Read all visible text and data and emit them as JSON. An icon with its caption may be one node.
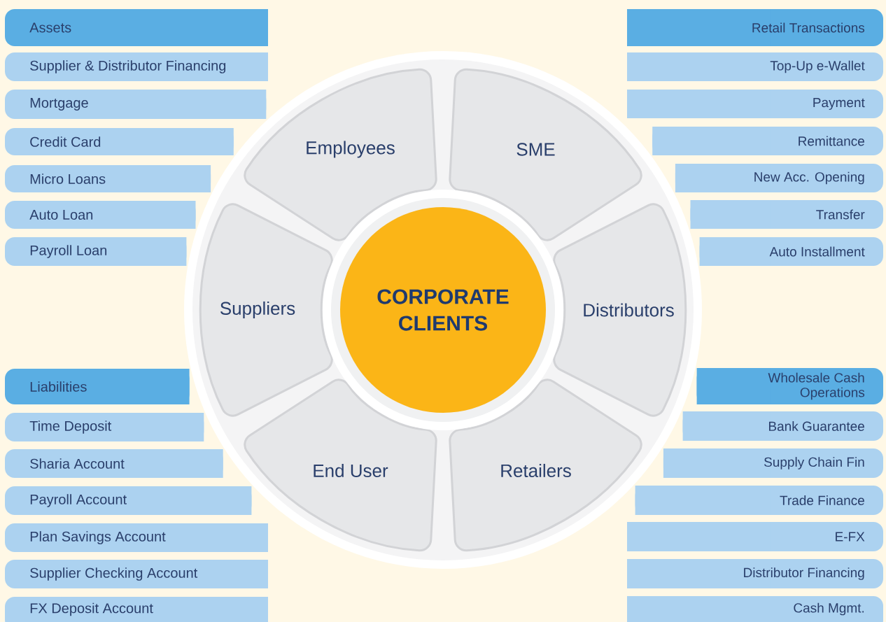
{
  "diagram": {
    "nodes": [
      {
        "text": [
          "Assets"
        ]
      },
      {
        "text": [
          "Supplier & Distributor Financing"
        ]
      },
      {
        "text": [
          "Mortgage"
        ]
      },
      {
        "text": [
          "Credit Card"
        ]
      },
      {
        "text": [
          "Micro Loans"
        ]
      },
      {
        "text": [
          "Auto Loan"
        ]
      },
      {
        "text": [
          "Payroll Loan"
        ]
      },
      {
        "text": [
          "Retail Transactions"
        ]
      },
      {
        "text": [
          "Top-Up e-Wallet"
        ]
      },
      {
        "text": [
          "Payment"
        ]
      },
      {
        "text": [
          "Remittance"
        ]
      },
      {
        "text": [
          "New Acc. Opening"
        ]
      },
      {
        "text": [
          "Transfer"
        ]
      },
      {
        "text": [
          "Auto Installment"
        ]
      },
      {
        "text": [
          "Employees"
        ]
      },
      {
        "text": [
          "SME"
        ]
      },
      {
        "text": [
          "Distributors"
        ]
      },
      {
        "text": [
          "Retailers"
        ]
      },
      {
        "text": [
          "End User"
        ]
      },
      {
        "text": [
          "Suppliers"
        ]
      },
      {
        "text": [
          "CORPORATE CLIENTS"
        ]
      },
      {
        "text": [
          "Liabilities"
        ]
      },
      {
        "text": [
          "Time Deposit"
        ]
      },
      {
        "text": [
          "Sharia Account"
        ]
      },
      {
        "text": [
          "Payroll Account"
        ]
      },
      {
        "text": [
          "Plan Savings Account"
        ]
      },
      {
        "text": [
          "Supplier Checking Account"
        ]
      },
      {
        "text": [
          "FX Deposit Account"
        ]
      },
      {
        "text": [
          "Wholesale Cash Operations"
        ]
      },
      {
        "text": [
          "Bank Guarantee"
        ]
      },
      {
        "text": [
          "Supply Chain Fin"
        ]
      },
      {
        "text": [
          "Trade Finance"
        ]
      },
      {
        "text": [
          "E-FX"
        ]
      },
      {
        "text": [
          "Distributor Financing"
        ]
      },
      {
        "text": [
          "Cash Mgmt."
        ]
      }
    ]
  }
}
